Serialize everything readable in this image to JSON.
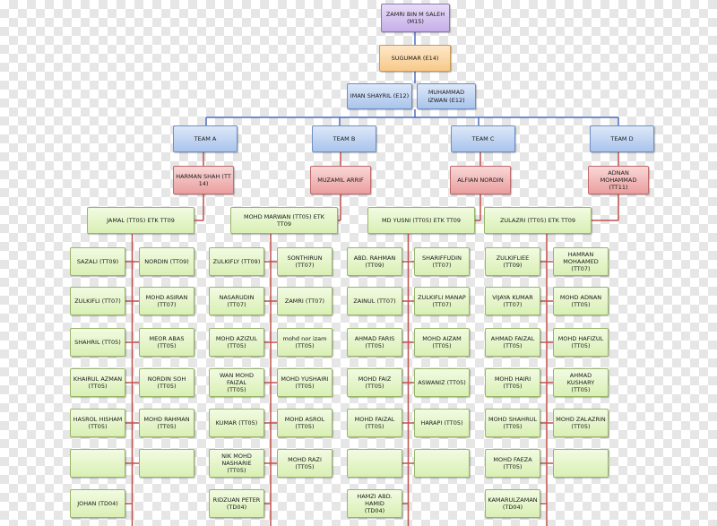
{
  "colors": {
    "blue_line": "#4a6fc0",
    "red_line": "#c0504d",
    "green_fill": "#e3f3c6",
    "blue_fill": "#b9d0f0",
    "purple_fill": "#d6c5ee",
    "orange_fill": "#fbd6a4",
    "red_fill": "#f2b8b8"
  },
  "top": {
    "ceo": "ZAMRI BIN M SALEH\n(M15)",
    "manager": "SUGUMAR (E14)",
    "assistant_left": "IMAN SHAYRIL (E12)",
    "assistant_right": "MUHAMMAD\nIZWAN (E12)"
  },
  "teams": [
    {
      "name": "TEAM A",
      "leader": "HARMAN SHAH (TT\n14)",
      "supervisor": "JAMAL (TT05) ETK TT09",
      "left": [
        "SAZALI (TT09)",
        "ZULKIFLI (TT07)",
        "SHAHRIL (TT05)",
        "KHAIRUL AZMAN\n(TT05)",
        "HASROL HISHAM\n(TT05)",
        "",
        "JOHAN (TD04)"
      ],
      "right": [
        "NORDIN (TT09)",
        "MOHD ASIRAN\n(TT07)",
        "MEOR ABAS (TT05)",
        "NORDIN SOH (TT05)",
        "MOHD RAHMAN\n(TT05)",
        ""
      ]
    },
    {
      "name": "TEAM B",
      "leader": "MUZAMIL ARRIF",
      "supervisor": "MOHD MARWAN (TT05) ETK\nTT09",
      "left": [
        "ZULKIFLY (TT09)",
        "NASARUDIN (TT07)",
        "MOHD AZIZUL\n(TT05)",
        "WAN MOHD FAIZAL\n(TT05)",
        "KUMAR (TT05)",
        "NIK MOHD\nNASHARIE (TT05)",
        "RIDZUAN PETER\n(TD04)"
      ],
      "right": [
        "SONTHIRUN (TT07)",
        "ZAMRI (TT07)",
        "mohd nor izam\n(TT05)",
        "MOHD YUSHAIRI\n(TT05)",
        "MOHD ASROL\n(TT05)",
        "MOHD RAZI (TT05)"
      ]
    },
    {
      "name": "TEAM C",
      "leader": "ALFIAN NORDIN",
      "supervisor": "MD YUSNI (TT05) ETK TT09",
      "left": [
        "ABD. RAHMAN\n(TT09)",
        "ZAINUL (TT07)",
        "AHMAD FARIS\n(TT05)",
        "MOHD FAIZ (TT05)",
        "MOHD FAIZAL\n(TT05)",
        "",
        "HAMZI ABD. HAMID\n(TD04)"
      ],
      "right": [
        "SHARIFFUDIN (TT07)",
        "ZULKIFLI MANAP\n(TT07)",
        "MOHD AIZAM (TT05)",
        "ASWANIZ (TT05)",
        "HARAPI (TT05)",
        ""
      ]
    },
    {
      "name": "TEAM D",
      "leader": "ADNAN\nMOHAMMAD (TT11)",
      "supervisor": "ZULAZRI (TT05) ETK TT09",
      "left": [
        "ZULKIFLIEE (TT09)",
        "VIJAYA KUMAR\n(TT07)",
        "AHMAD FAIZAL\n(TT05)",
        "MOHD HAIRI (TT05)",
        "MOHD SHAHRUL\n(TT05)",
        "MOHD FAEZA (TT05)",
        "KAMARULZAMAN\n(TD04)"
      ],
      "right": [
        "HAMRAN\nMOHAAMED (TT07)",
        "MOHD ADNAN\n(TT05)",
        "MOHD HAFIZUL\n(TT05)",
        "AHMAD KUSHARY\n(TT05)",
        "MOHD ZALAZRIN\n(TT05)",
        ""
      ]
    }
  ]
}
